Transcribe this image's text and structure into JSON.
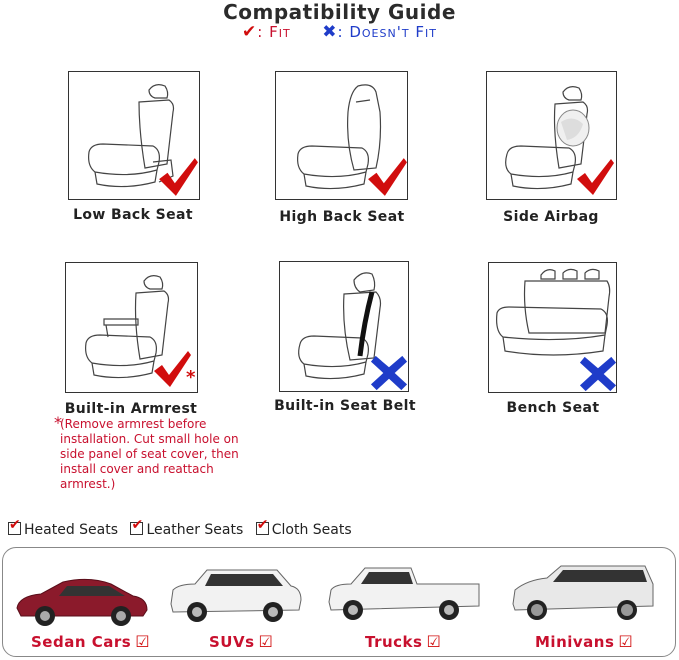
{
  "header": {
    "title": "Compatibility Guide",
    "fit_label": ": Fit",
    "no_fit_label": ": Doesn't Fit",
    "fit_color": "#d10d0d",
    "no_fit_color": "#1f3cc9"
  },
  "seats": [
    {
      "label": "Low Back Seat",
      "status": "fit"
    },
    {
      "label": "High Back Seat",
      "status": "fit"
    },
    {
      "label": "Side Airbag",
      "status": "fit"
    },
    {
      "label": "Built-in Armrest",
      "status": "fit-with-note"
    },
    {
      "label": "Built-in Seat Belt",
      "status": "doesnt-fit"
    },
    {
      "label": "Bench Seat",
      "status": "doesnt-fit"
    }
  ],
  "armrest_note": "(Remove armrest before installation. Cut small hole on side panel of seat cover, then install cover and reattach armrest.)",
  "note_star": "*",
  "features": [
    "Heated Seats",
    "Leather Seats",
    "Cloth Seats"
  ],
  "vehicles": [
    {
      "label": "Sedan Cars",
      "color": "#8b1a2b"
    },
    {
      "label": "SUVs",
      "color": "#f2f2f2"
    },
    {
      "label": "Trucks",
      "color": "#f2f2f2"
    },
    {
      "label": "Minivans",
      "color": "#e8e8e8"
    }
  ]
}
